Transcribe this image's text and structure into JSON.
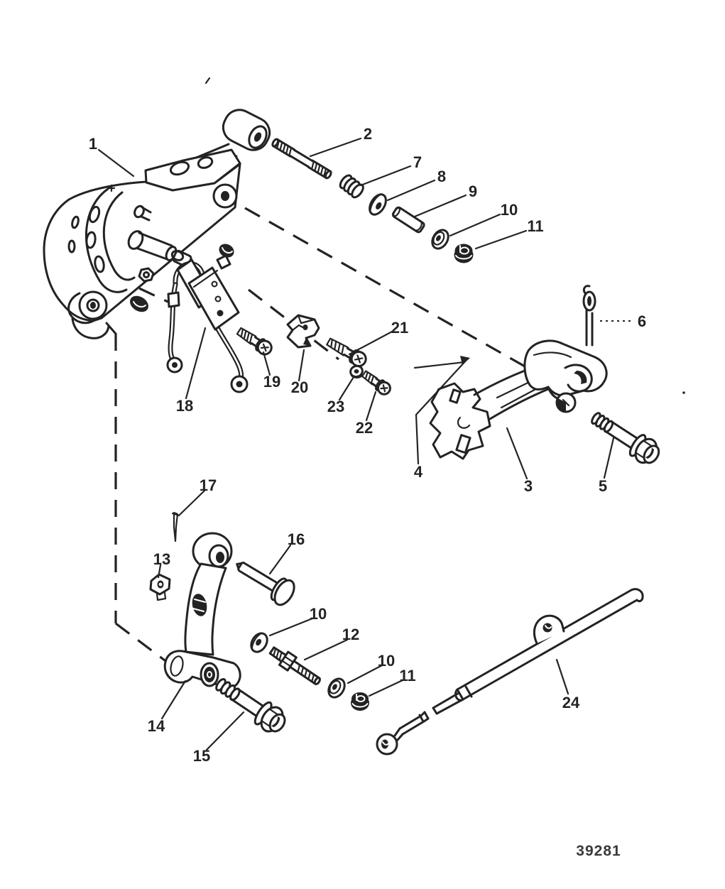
{
  "figure": {
    "kind": "exploded-parts-diagram",
    "drawing_number": "39281"
  },
  "colors": {
    "ink": "#232323",
    "paper": "#ffffff"
  },
  "callouts": [
    {
      "part": "1"
    },
    {
      "part": "2"
    },
    {
      "part": "7"
    },
    {
      "part": "8"
    },
    {
      "part": "9"
    },
    {
      "part": "10"
    },
    {
      "part": "11"
    },
    {
      "part": "6"
    },
    {
      "part": "21"
    },
    {
      "part": "19"
    },
    {
      "part": "20"
    },
    {
      "part": "23"
    },
    {
      "part": "22"
    },
    {
      "part": "18"
    },
    {
      "part": "4"
    },
    {
      "part": "3"
    },
    {
      "part": "5"
    },
    {
      "part": "17"
    },
    {
      "part": "13"
    },
    {
      "part": "16"
    },
    {
      "part": "10"
    },
    {
      "part": "12"
    },
    {
      "part": "10"
    },
    {
      "part": "11"
    },
    {
      "part": "14"
    },
    {
      "part": "15"
    },
    {
      "part": "24"
    }
  ]
}
